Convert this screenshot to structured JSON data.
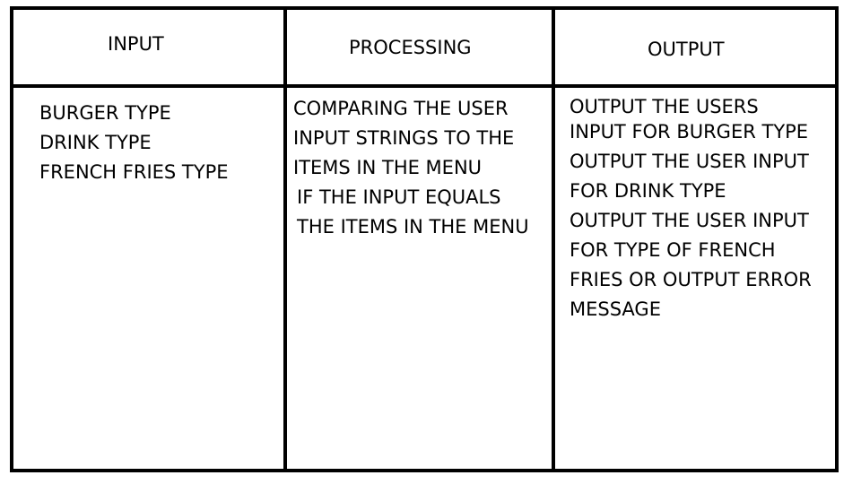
{
  "table": {
    "headers": [
      "INPUT",
      "PROCESSING",
      "OUTPUT"
    ],
    "input": [
      "BURGER TYPE",
      "DRINK TYPE",
      "FRENCH FRIES TYPE"
    ],
    "processing": [
      "COMPARING THE USER",
      "INPUT STRINGS TO THE",
      "ITEMS IN THE MENU",
      "IF THE INPUT EQUALS",
      "THE ITEMS IN THE MENU"
    ],
    "output": [
      "OUTPUT THE USERS",
      "INPUT FOR BURGER TYPE",
      "OUTPUT THE USER INPUT",
      "FOR DRINK TYPE",
      "OUTPUT THE USER INPUT",
      "FOR TYPE OF FRENCH",
      "FRIES OR OUTPUT ERROR",
      "MESSAGE"
    ]
  }
}
